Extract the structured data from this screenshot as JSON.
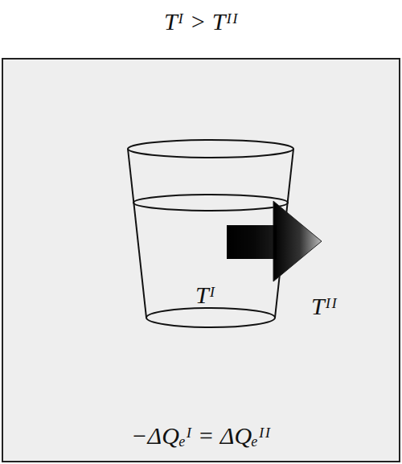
{
  "diagram": {
    "nodes": [
      {
        "text": [
          "Tᴵ > Tᴵᴵ",
          "−ΔQₑᴵ = ΔQₑᴵᴵ"
        ]
      },
      {
        "text": [
          "Tᴵ"
        ],
        "in": 0
      }
    ],
    "labels": [
      "Tᴵᴵ"
    ]
  }
}
